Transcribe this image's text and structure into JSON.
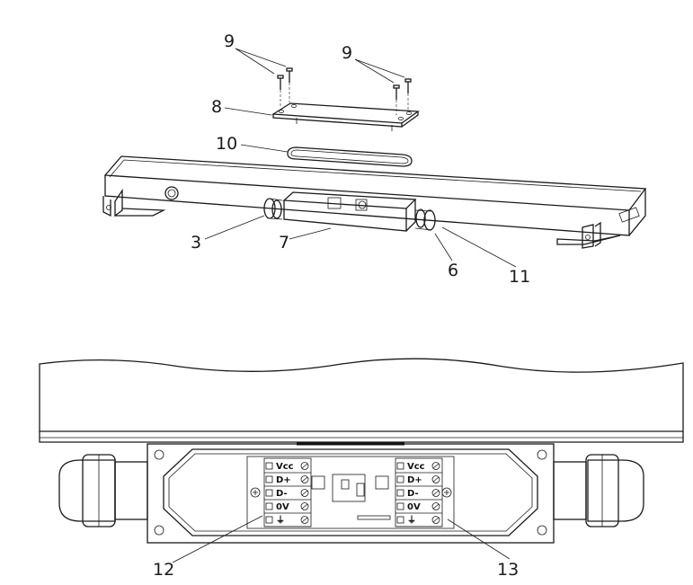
{
  "callouts": {
    "screws_left": "9",
    "screws_right": "9",
    "cover": "8",
    "gasket": "10",
    "left_gland": "3",
    "junction_box": "7",
    "right_gland": "6",
    "cable": "11",
    "terminal_left": "12",
    "terminal_right": "13"
  },
  "terminal_left": {
    "labels": [
      "Vcc",
      "D+",
      "D-",
      "0V"
    ],
    "ground_symbol": "⏚"
  },
  "terminal_right": {
    "labels": [
      "Vcc",
      "D+",
      "D-",
      "0V"
    ],
    "ground_symbol": "⏚"
  }
}
